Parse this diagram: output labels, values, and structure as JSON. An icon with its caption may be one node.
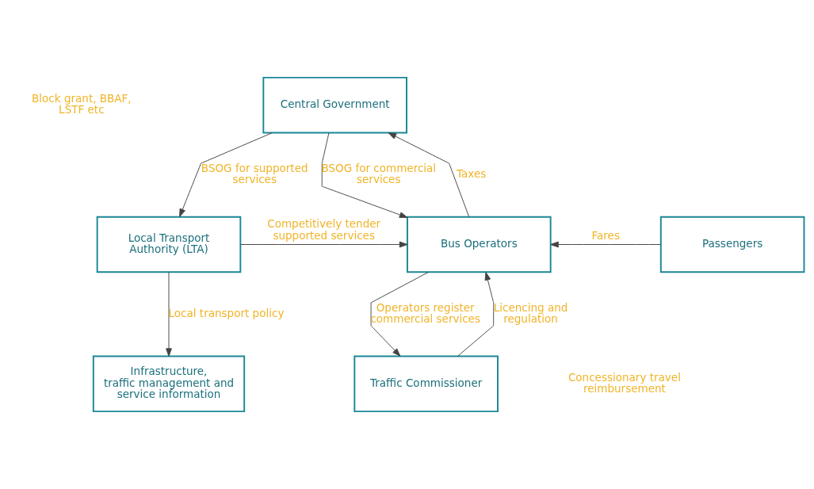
{
  "diagram": {
    "nodes": [
      {
        "text": [
          "Central Government"
        ]
      },
      {
        "text": [
          "Local Transport Authority (LTA)"
        ]
      },
      {
        "text": [
          "Bus Operators"
        ]
      },
      {
        "text": [
          "Passengers"
        ]
      },
      {
        "text": [
          "Infrastructure, traffic management and service information"
        ]
      },
      {
        "text": [
          "Traffic Commissioner"
        ]
      }
    ],
    "edges": [
      {
        "from": 0,
        "to": 1,
        "arrow": "to",
        "label": "BSOG for supported services"
      },
      {
        "from": 1,
        "to": 2,
        "arrow": "to",
        "label": "Competitively tender supported services"
      },
      {
        "from": 2,
        "to": 0,
        "arrow": "to",
        "label": "Taxes"
      },
      {
        "from": 0,
        "to": 2,
        "arrow": "to",
        "label": "BSOG for commercial services"
      },
      {
        "from": 3,
        "to": 2,
        "arrow": "to",
        "label": "Fares"
      },
      {
        "from": 1,
        "to": 4,
        "arrow": "to",
        "label": "Local transport policy"
      },
      {
        "from": 5,
        "to": 2,
        "arrow": "to",
        "label": "Licencing and regulation"
      },
      {
        "from": 2,
        "to": 5,
        "arrow": "to",
        "label": "Operators register commercial services"
      }
    ],
    "labels": [
      "Block grant, BBAF, LSTF etc",
      "Concessionary travel reimbursement"
    ]
  }
}
